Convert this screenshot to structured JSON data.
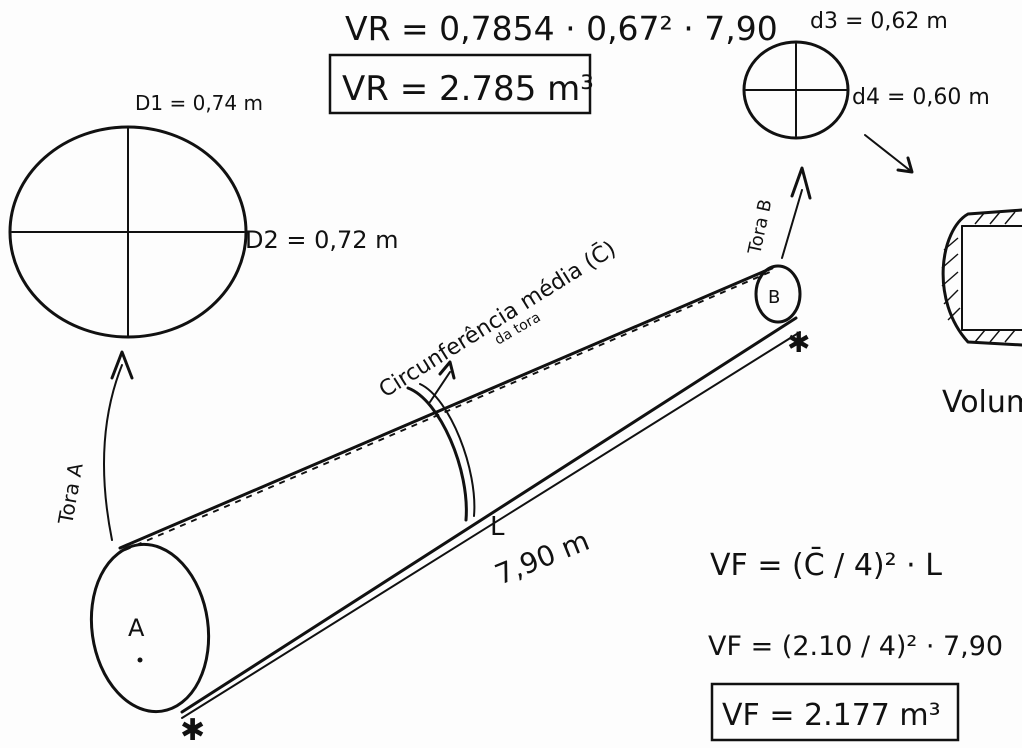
{
  "formulas": {
    "vr_expr": "VR = 0,7854 · 0,67² · 7,90",
    "vr_result": "VR = 2.785 m³",
    "vf_expr": "VF = (C̄ / 4)² · L",
    "vf_sub": "VF = (2.10 / 4)² · 7,90",
    "vf_result": "VF = 2.177 m³"
  },
  "labels": {
    "d1": "D1 = 0,74 m",
    "d2": "D2 = 0,72 m",
    "d3": "d3 = 0,62 m",
    "d4": "d4 = 0,60 m",
    "tora_a": "Tora A",
    "tora_b": "Tora B",
    "end_a": "A",
    "end_b": "B",
    "circumference": "Circunferência média (C̄)",
    "circumference_sub": "da tora",
    "length_letter": "L",
    "length_value": "7,90 m",
    "volume": "Volum"
  }
}
